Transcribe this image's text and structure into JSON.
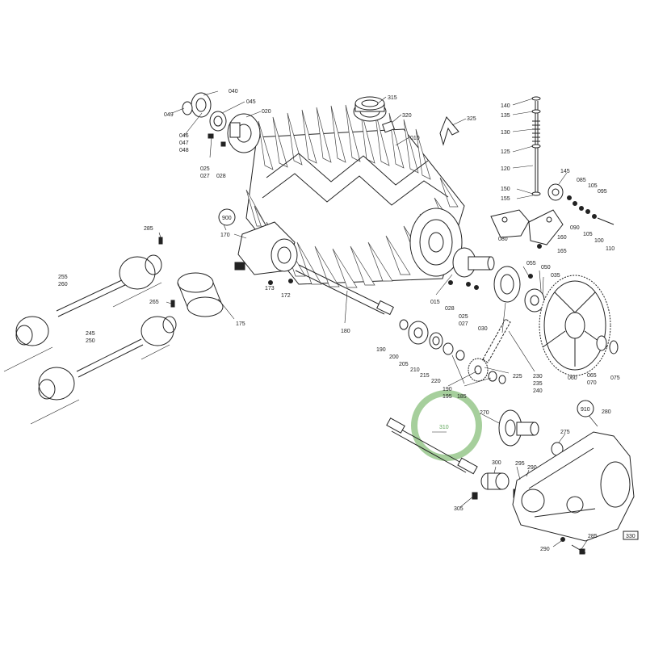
{
  "labels": {
    "l_040": "040",
    "l_045": "045",
    "l_049": "049",
    "l_020": "020",
    "l_046": "046",
    "l_047": "047",
    "l_048": "048",
    "l_025a": "025",
    "l_027a": "027",
    "l_028a": "028",
    "l_315": "315",
    "l_320": "320",
    "l_325": "325",
    "l_010": "010",
    "l_140": "140",
    "l_135": "135",
    "l_130": "130",
    "l_125": "125",
    "l_120": "120",
    "l_145": "145",
    "l_150": "150",
    "l_155": "155",
    "l_085": "085",
    "l_105a": "105",
    "l_095": "095",
    "l_090": "090",
    "l_105b": "105",
    "l_100": "100",
    "l_110": "110",
    "l_080": "080",
    "l_160": "160",
    "l_165": "165",
    "l_900": "900",
    "l_170": "170",
    "l_285a": "285",
    "l_255": "255",
    "l_260": "260",
    "l_265": "265",
    "l_245": "245",
    "l_250": "250",
    "l_173": "173",
    "l_172": "172",
    "l_175": "175",
    "l_180": "180",
    "l_015": "015",
    "l_028b": "028",
    "l_025b": "025",
    "l_027b": "027",
    "l_055": "055",
    "l_050": "050",
    "l_035": "035",
    "l_030": "030",
    "l_190": "190",
    "l_200": "200",
    "l_205": "205",
    "l_210": "210",
    "l_215": "215",
    "l_220": "220",
    "l_225": "225",
    "l_230": "230",
    "l_235": "235",
    "l_240": "240",
    "l_060": "060",
    "l_065": "065",
    "l_070": "070",
    "l_075": "075",
    "l_190b": "190",
    "l_195": "195",
    "l_185": "185",
    "l_270": "270",
    "l_310": "310",
    "l_910": "910",
    "l_280": "280",
    "l_275": "275",
    "l_300": "300",
    "l_295": "295",
    "l_290a": "290",
    "l_305": "305",
    "l_290b": "290",
    "l_285b": "285",
    "l_330": "330"
  },
  "highlight": {
    "color": "#a6cf9c",
    "label": "310"
  }
}
